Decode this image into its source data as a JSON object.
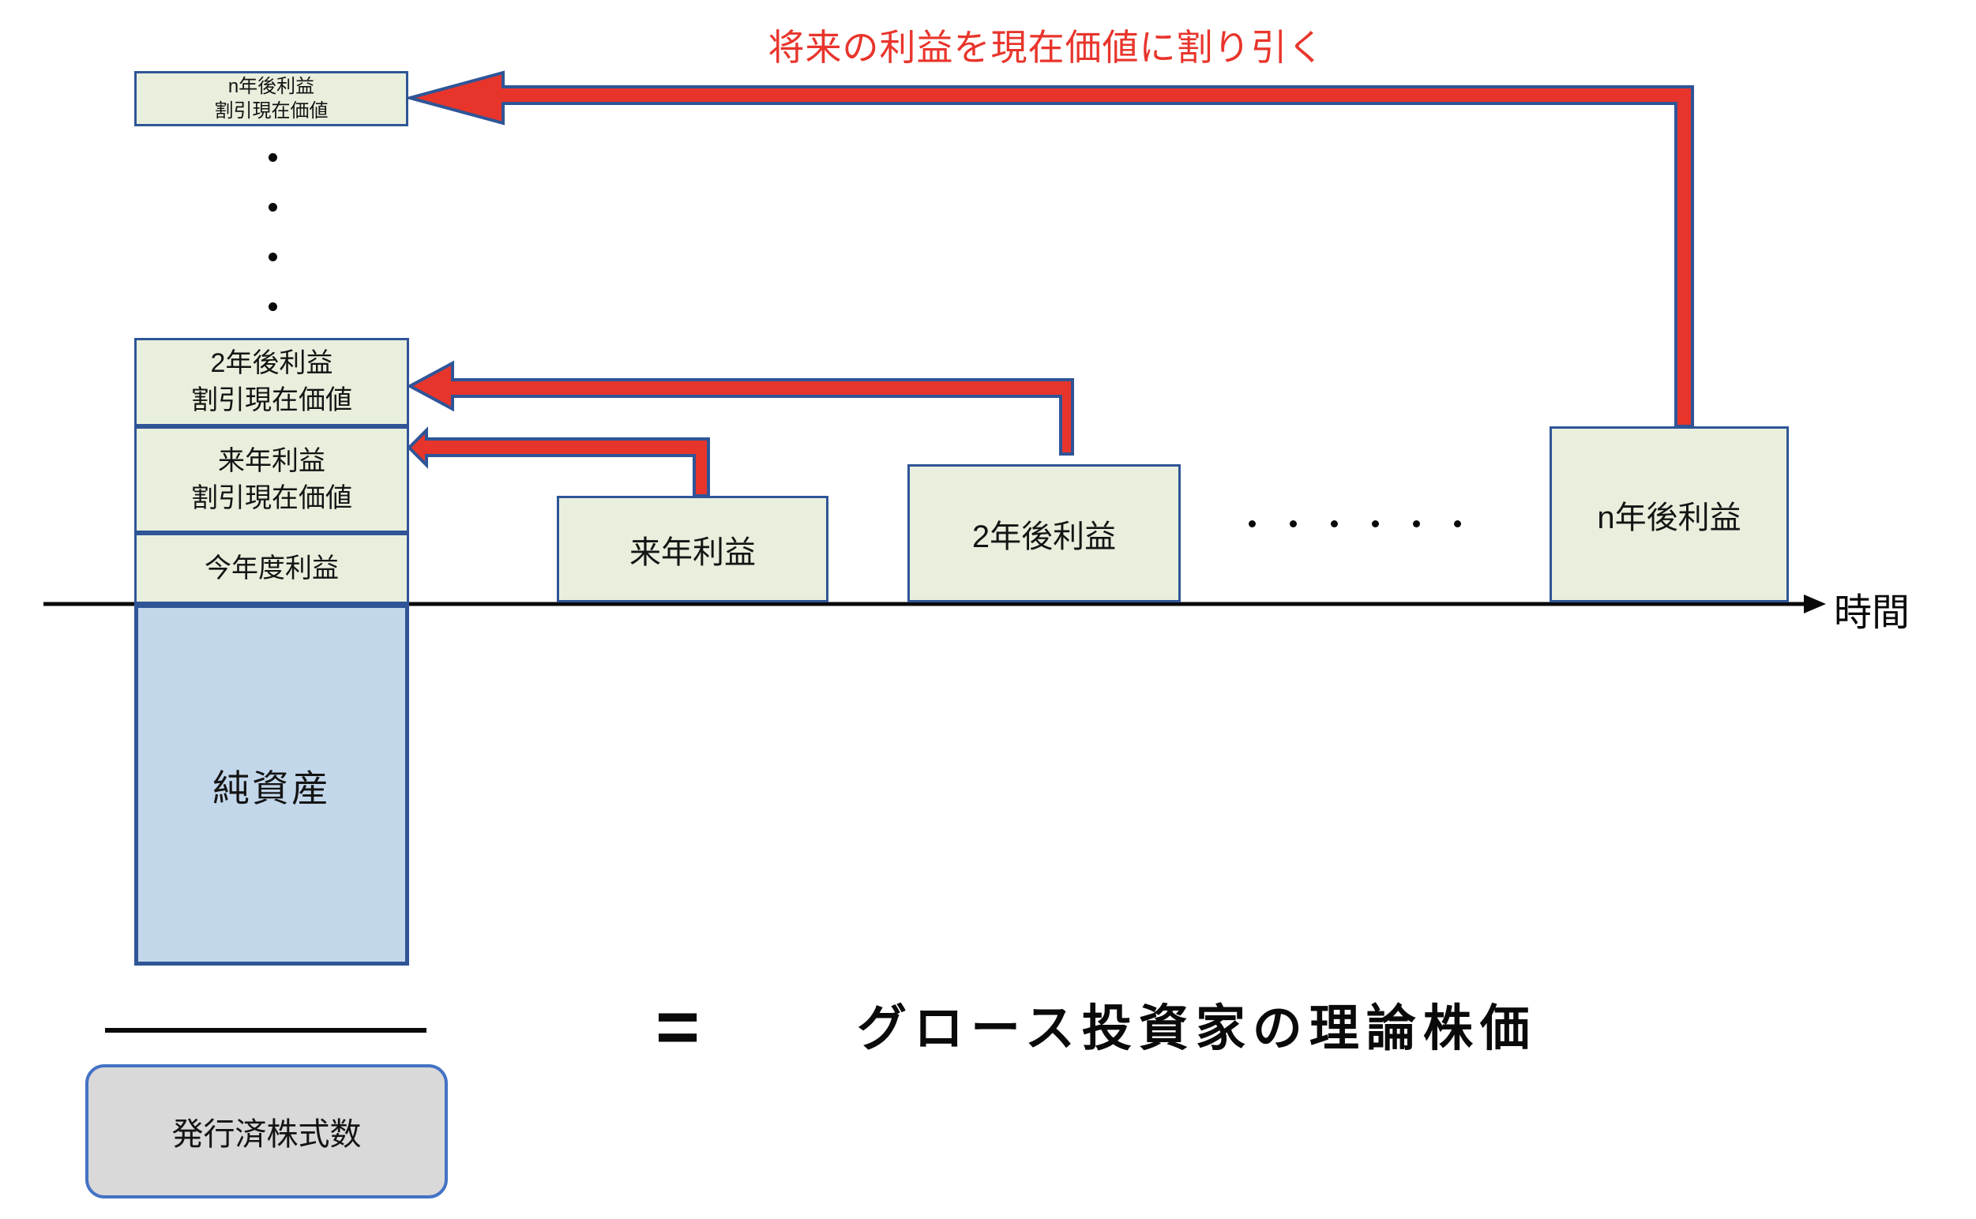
{
  "annotation": {
    "discount_note": "将来の利益を現在価値に割り引く"
  },
  "present_value_stack": {
    "n_year_pv": "n年後利益\n割引現在価値",
    "two_year_pv": "2年後利益\n割引現在価値",
    "next_year_pv": "来年利益\n割引現在価値",
    "current_year_profit": "今年度利益",
    "net_assets": "純資産"
  },
  "timeline": {
    "next_year_profit": "来年利益",
    "two_year_profit": "2年後利益",
    "n_year_profit": "n年後利益",
    "axis_label": "時間"
  },
  "formula": {
    "equals_sign": "=",
    "result": "グロース投資家の理論株価",
    "denominator": "発行済株式数"
  },
  "colors": {
    "arrow_red": "#e8352c",
    "arrow_outline_blue": "#2f5597",
    "box_border_blue": "#2f5597",
    "green_box_fill": "#e8efdd",
    "blue_box_fill": "#c3d7eb",
    "gray_box_fill": "#d9d9d9",
    "rounded_box_border": "#4472c4",
    "note_text_red": "#e8352c"
  }
}
